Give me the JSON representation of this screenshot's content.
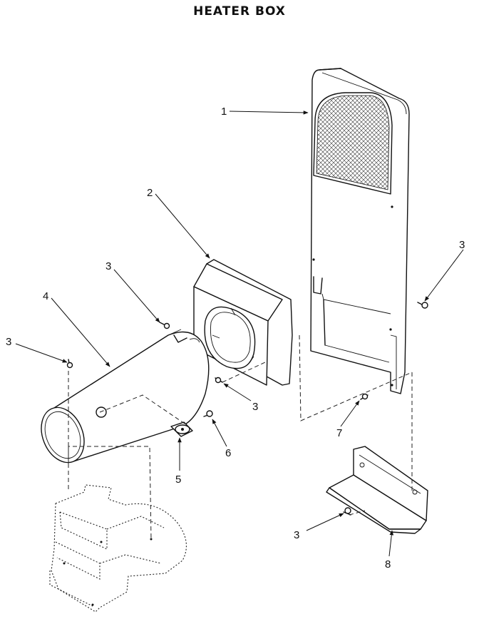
{
  "title": "HEATER BOX",
  "callouts": {
    "c1": "1",
    "c2": "2",
    "c3a": "3",
    "c3b": "3",
    "c3c": "3",
    "c3d": "3",
    "c3e": "3",
    "c4": "4",
    "c5": "5",
    "c6": "6",
    "c7": "7",
    "c8": "8"
  }
}
